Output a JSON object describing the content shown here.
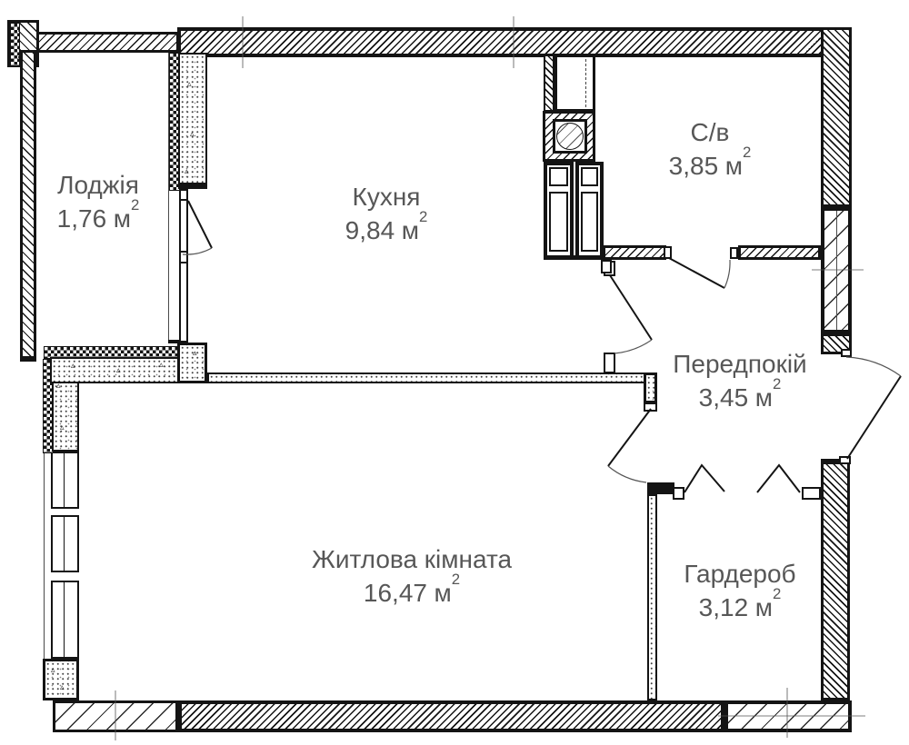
{
  "rooms": {
    "loggia": {
      "name": "Лоджія",
      "area": "1,76"
    },
    "kitchen": {
      "name": "Кухня",
      "area": "9,84"
    },
    "bathroom": {
      "name": "С/в",
      "area": "3,85"
    },
    "hallway": {
      "name": "Передпокій",
      "area": "3,45"
    },
    "living_room": {
      "name": "Житлова кімната",
      "area": "16,47"
    },
    "wardrobe": {
      "name": "Гардероб",
      "area": "3,12"
    }
  },
  "units": {
    "symbol": "м",
    "exponent": "2"
  },
  "colors": {
    "wall": "#141414",
    "text": "#575757",
    "background": "#ffffff"
  }
}
